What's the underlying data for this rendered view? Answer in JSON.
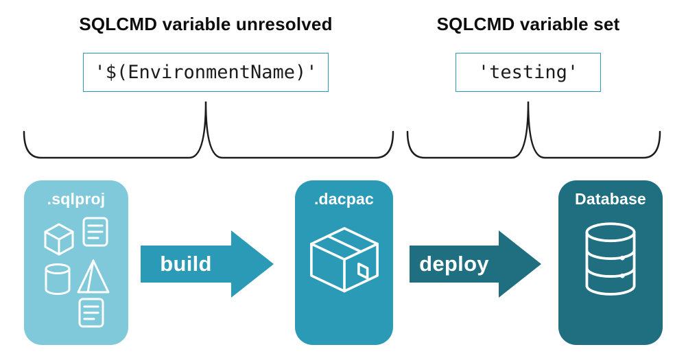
{
  "annotations": {
    "left": {
      "heading": "SQLCMD variable unresolved",
      "code": "'$(EnvironmentName)'"
    },
    "right": {
      "heading": "SQLCMD variable set",
      "code": "'testing'"
    }
  },
  "pipeline": {
    "sqlproj_label": ".sqlproj",
    "dacpac_label": ".dacpac",
    "database_label": "Database",
    "build_label": "build",
    "deploy_label": "deploy"
  },
  "icons": {
    "sqlproj": "sql-objects-icon",
    "dacpac": "package-box-icon",
    "database": "database-cylinder-icon"
  },
  "colors": {
    "light_teal": "#7fc9da",
    "mid_teal": "#2b9ab6",
    "dark_teal": "#1f6f80",
    "code_border": "#2b9ab6",
    "brace": "#1c1c1c",
    "heading_text": "#0d0d0d",
    "background": "#ffffff"
  }
}
